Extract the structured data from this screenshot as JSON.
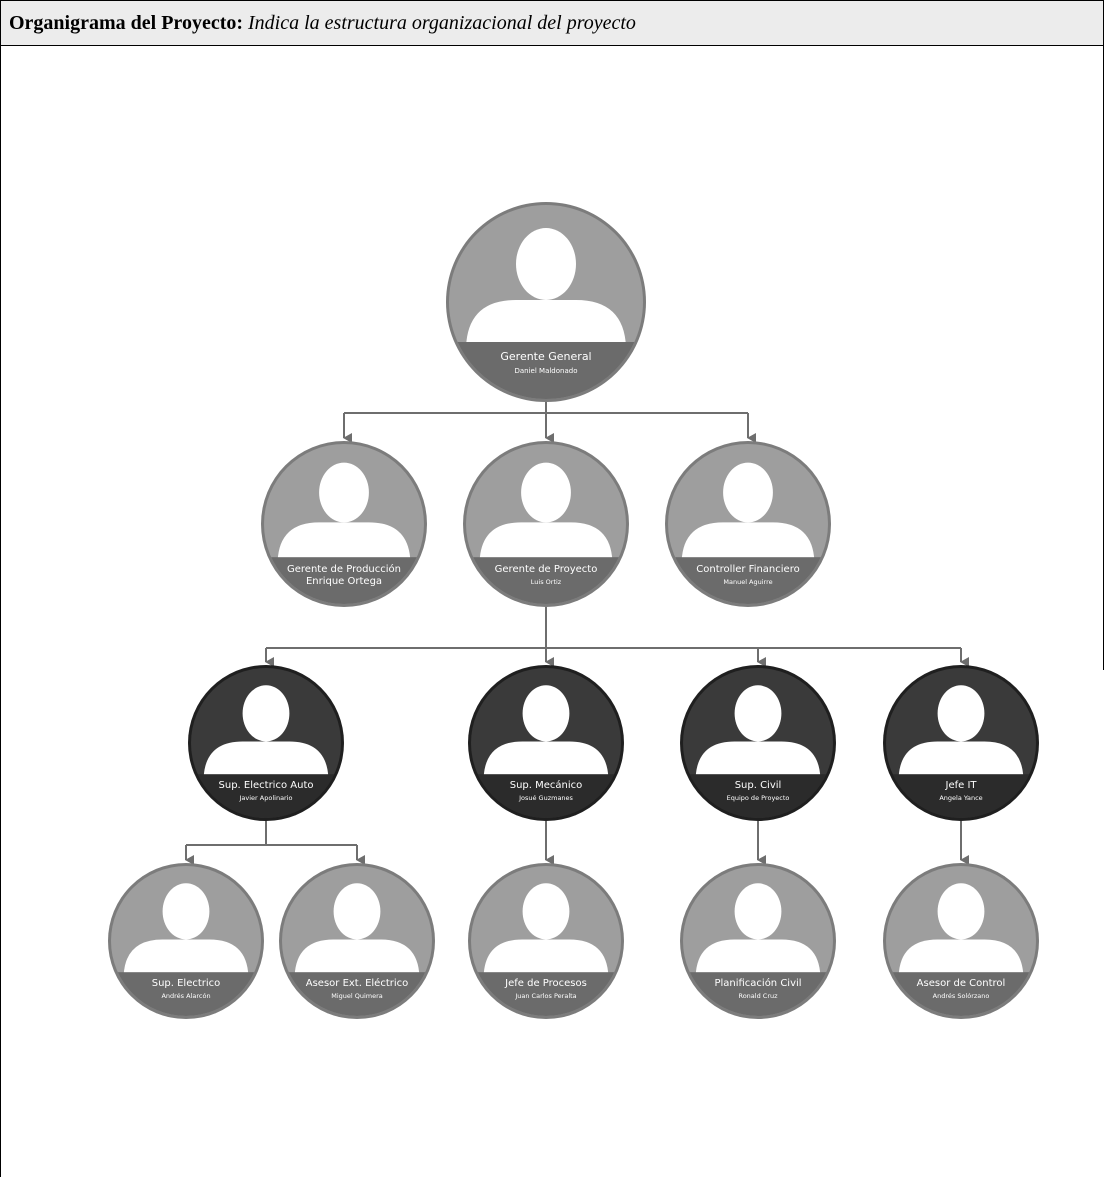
{
  "header": {
    "label": "Organigrama del Proyecto:",
    "description": "Indica la estructura organizacional del proyecto"
  },
  "colors": {
    "circle_light": "#9e9e9e",
    "circle_dark": "#1f1f1f",
    "band_light": "#6b6b6b",
    "band_dark": "#2b2b2b",
    "silhouette": "#ffffff",
    "connector": "#6e6e6e"
  },
  "nodes": [
    {
      "id": "gg",
      "role": "Gerente General",
      "name": "Daniel Maldonado",
      "style": "light"
    },
    {
      "id": "gprod",
      "role": "Gerente de Producción",
      "name": "Enrique Ortega",
      "style": "light"
    },
    {
      "id": "gproy",
      "role": "Gerente de Proyecto",
      "name": "Luis Ortiz",
      "style": "light"
    },
    {
      "id": "cf",
      "role": "Controller Financiero",
      "name": "Manuel Aguirre",
      "style": "light"
    },
    {
      "id": "sea",
      "role": "Sup. Electrico Auto",
      "name": "Javier Apolinario",
      "style": "dark"
    },
    {
      "id": "smec",
      "role": "Sup. Mecánico",
      "name": "Josué Guzmanes",
      "style": "dark"
    },
    {
      "id": "sciv",
      "role": "Sup. Civil",
      "name": "Equipo de Proyecto",
      "style": "dark"
    },
    {
      "id": "jit",
      "role": "Jefe IT",
      "name": "Angela Yance",
      "style": "dark"
    },
    {
      "id": "sel",
      "role": "Sup. Electrico",
      "name": "Andrés Alarcón",
      "style": "light"
    },
    {
      "id": "aee",
      "role": "Asesor Ext. Eléctrico",
      "name": "Miguel Quimera",
      "style": "light"
    },
    {
      "id": "jpro",
      "role": "Jefe de Procesos",
      "name": "Juan Carlos Peralta",
      "style": "light"
    },
    {
      "id": "pciv",
      "role": "Planificación Civil",
      "name": "Ronald Cruz",
      "style": "light"
    },
    {
      "id": "actl",
      "role": "Asesor de Control",
      "name": "Andrés Solórzano",
      "style": "light"
    }
  ],
  "edges": [
    [
      "gg",
      "gprod"
    ],
    [
      "gg",
      "gproy"
    ],
    [
      "gg",
      "cf"
    ],
    [
      "gproy",
      "sea"
    ],
    [
      "gproy",
      "smec"
    ],
    [
      "gproy",
      "sciv"
    ],
    [
      "gproy",
      "jit"
    ],
    [
      "sea",
      "sel"
    ],
    [
      "sea",
      "aee"
    ],
    [
      "smec",
      "jpro"
    ],
    [
      "sciv",
      "pciv"
    ],
    [
      "jit",
      "actl"
    ]
  ]
}
